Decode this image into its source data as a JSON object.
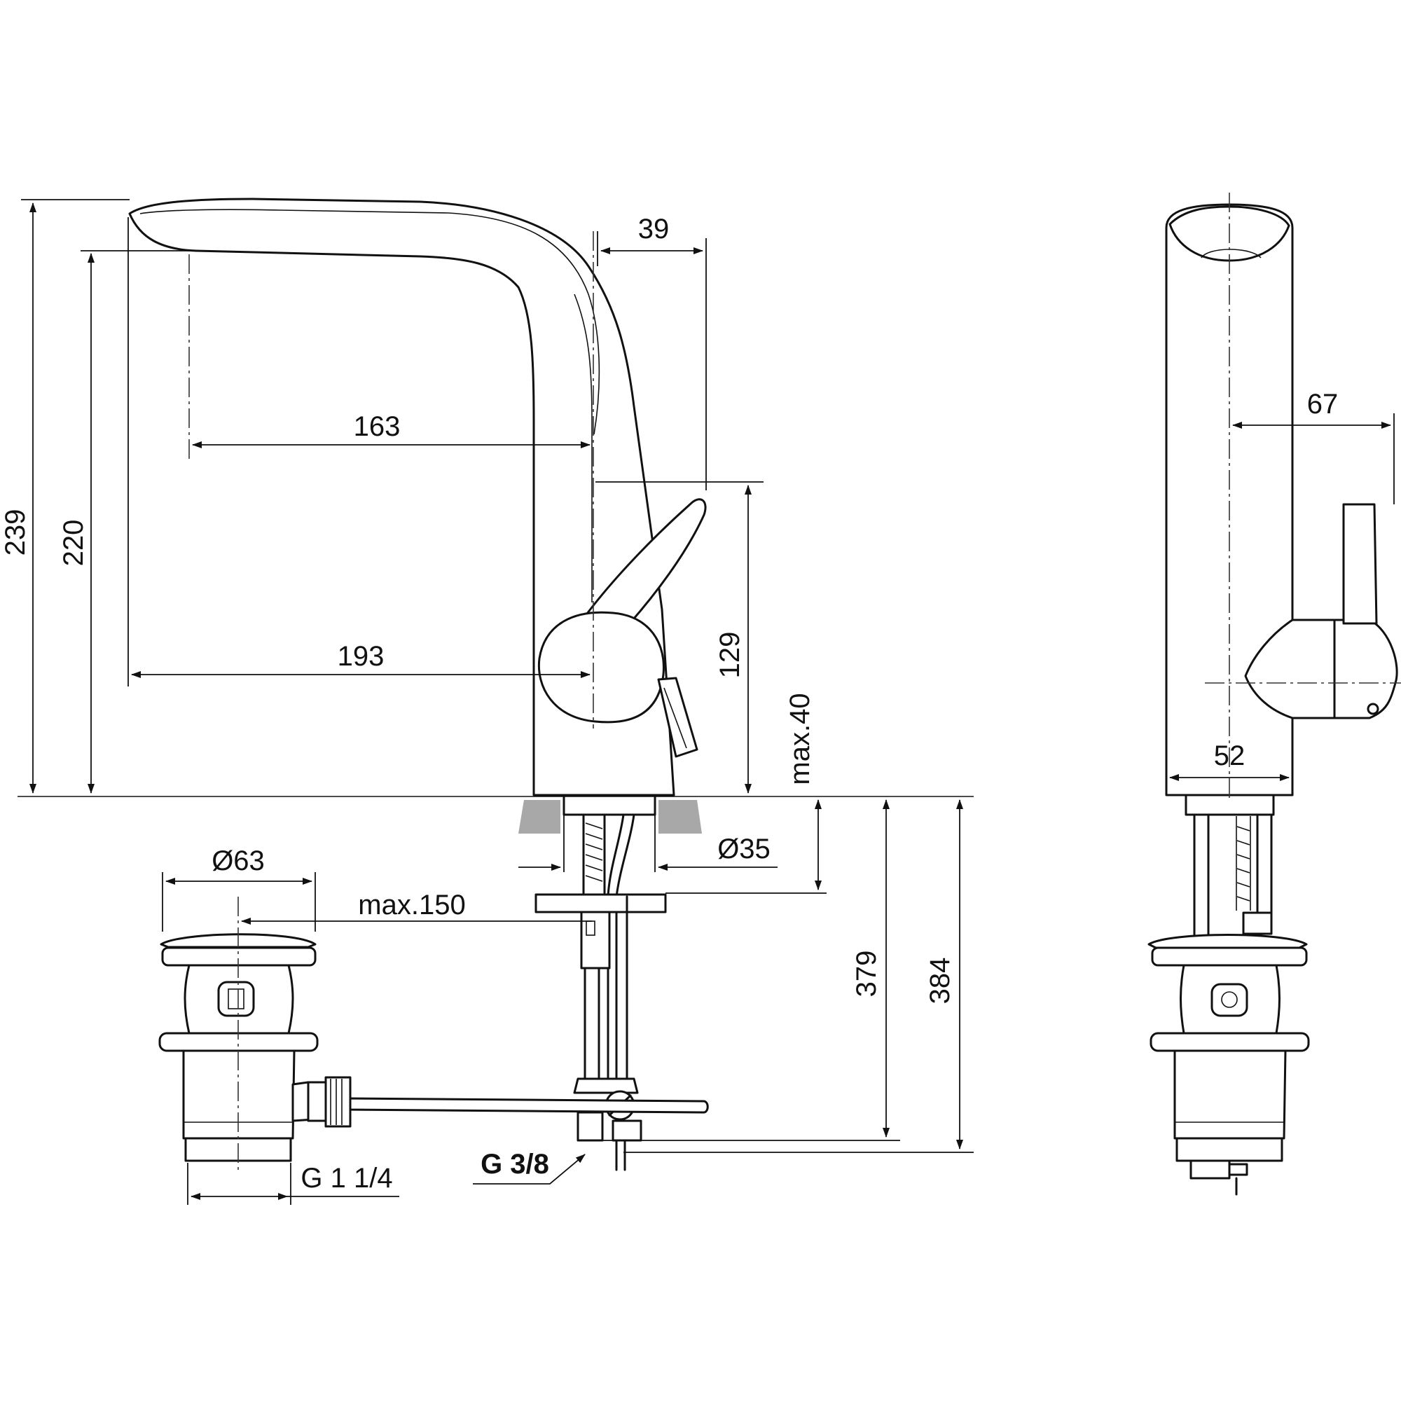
{
  "dimensions": {
    "total_height": "239",
    "spout_height": "220",
    "spout_reach_163": "163",
    "spout_reach_193": "193",
    "lever_offset": "39",
    "lever_height": "129",
    "deck_thickness": "max.40",
    "hole_diameter": "Ø35",
    "waste_diameter": "Ø63",
    "rod_length": "max.150",
    "depth_379": "379",
    "depth_384": "384",
    "waste_thread": "G 1 1/4",
    "supply_thread": "G 3/8",
    "side_width": "52",
    "side_lever": "67"
  }
}
